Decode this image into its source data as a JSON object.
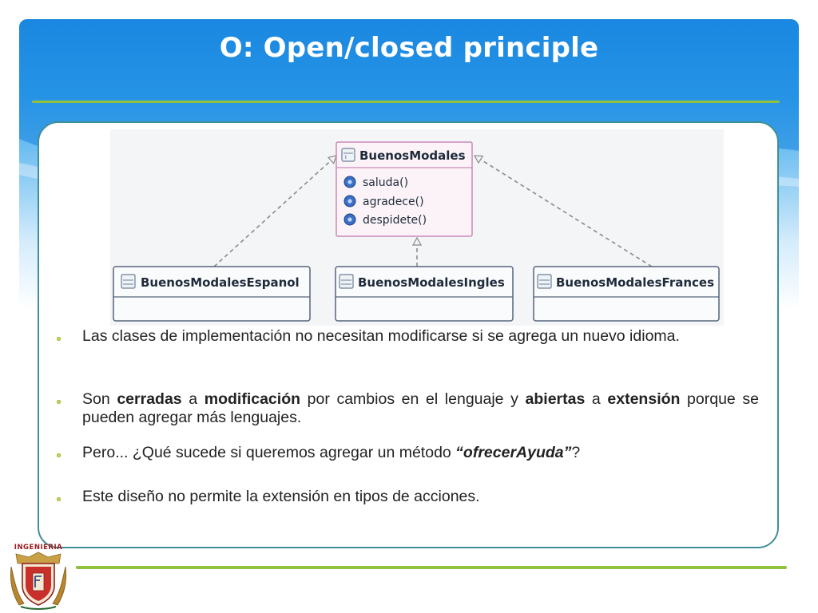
{
  "slide": {
    "title": "O: Open/closed principle"
  },
  "diagram": {
    "interface": {
      "name": "BuenosModales",
      "methods": [
        "saluda()",
        "agradece()",
        "despidete()"
      ]
    },
    "classes": [
      {
        "name": "BuenosModalesEspanol"
      },
      {
        "name": "BuenosModalesIngles"
      },
      {
        "name": "BuenosModalesFrances"
      }
    ]
  },
  "bullets": {
    "b1": "Las clases de implementación no necesitan modificarse si se agrega un nuevo idioma.",
    "b2": {
      "t1": "Son ",
      "t2": "cerradas",
      "t3": " a ",
      "t4": "modificación",
      "t5": " por cambios en el lenguaje y ",
      "t6": "abiertas",
      "t7": " a ",
      "t8": "extensión",
      "t9": " porque se pueden agregar más lenguajes."
    },
    "b3": {
      "t1": "Pero... ¿Qué sucede si queremos agregar un método ",
      "t2": "“ofrecerAyuda”",
      "t3": "?"
    },
    "b4": "Este diseño no permite la extensión en tipos de acciones."
  },
  "logo": {
    "text": "INGENIERIA"
  },
  "colors": {
    "accent_green": "#8fc13c",
    "frame_teal": "#3f8f97",
    "interface_border": "#c98ab9",
    "class_border": "#55657a"
  }
}
